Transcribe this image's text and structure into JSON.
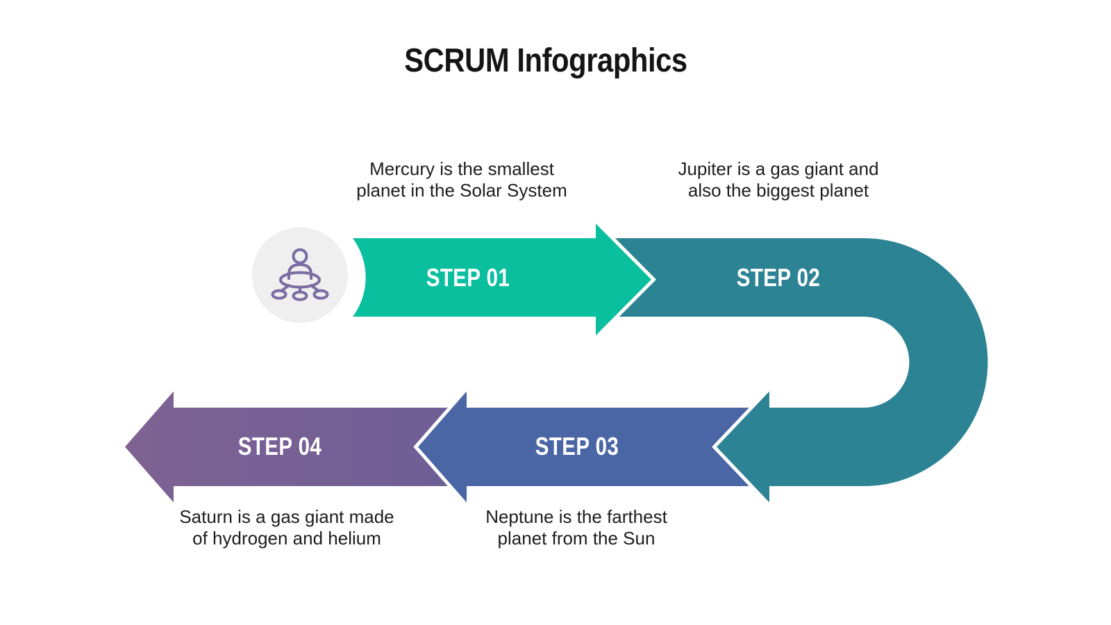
{
  "title": "SCRUM Infographics",
  "steps": [
    {
      "label": "STEP 01",
      "color": "#0ABF9E",
      "caption_line1": "Mercury is the smallest",
      "caption_line2": "planet in the Solar System"
    },
    {
      "label": "STEP 02",
      "color": "#2C8394",
      "caption_line1": "Jupiter is a gas giant and",
      "caption_line2": "also the biggest planet"
    },
    {
      "label": "STEP 03",
      "color": "#4A66A5",
      "caption_line1": "Neptune is the farthest",
      "caption_line2": "planet from the Sun"
    },
    {
      "label": "STEP 04",
      "color": "#7A6296",
      "color_left": "#7E6292",
      "color_right": "#6C5E97",
      "caption_line1": "Saturn is a gas giant made",
      "caption_line2": "of hydrogen and helium"
    }
  ],
  "icon": {
    "name": "scrum-team-icon",
    "color": "#7A6BA2",
    "background_color": "#EFEFEF"
  },
  "text_colors": {
    "title": "#141414",
    "caption": "#1D1D1D",
    "step_label": "#FFFFFF"
  },
  "outline_color": "#FFFFFF"
}
